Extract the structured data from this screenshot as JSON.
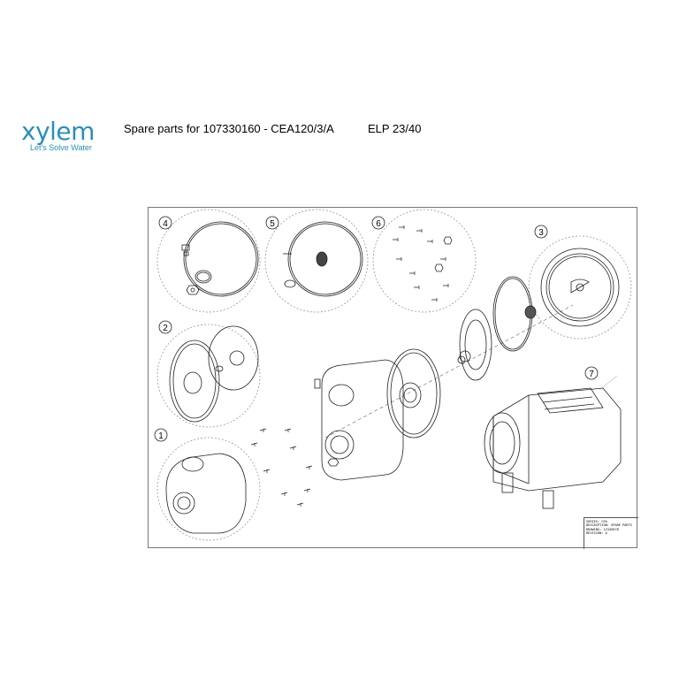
{
  "brand": {
    "name": "xylem",
    "tagline": "Let's Solve Water",
    "color": "#2a8fb8"
  },
  "header": {
    "title": "Spare parts for 107330160 - CEA120/3/A",
    "model": "ELP 23/40"
  },
  "callouts": [
    "1",
    "2",
    "3",
    "4",
    "5",
    "6",
    "7"
  ],
  "title_block": {
    "lines": [
      "SERIES: CEA",
      "DESCRIPTION: SPARE PARTS",
      "DRAWING: 12345678",
      "REVISION: A"
    ]
  }
}
